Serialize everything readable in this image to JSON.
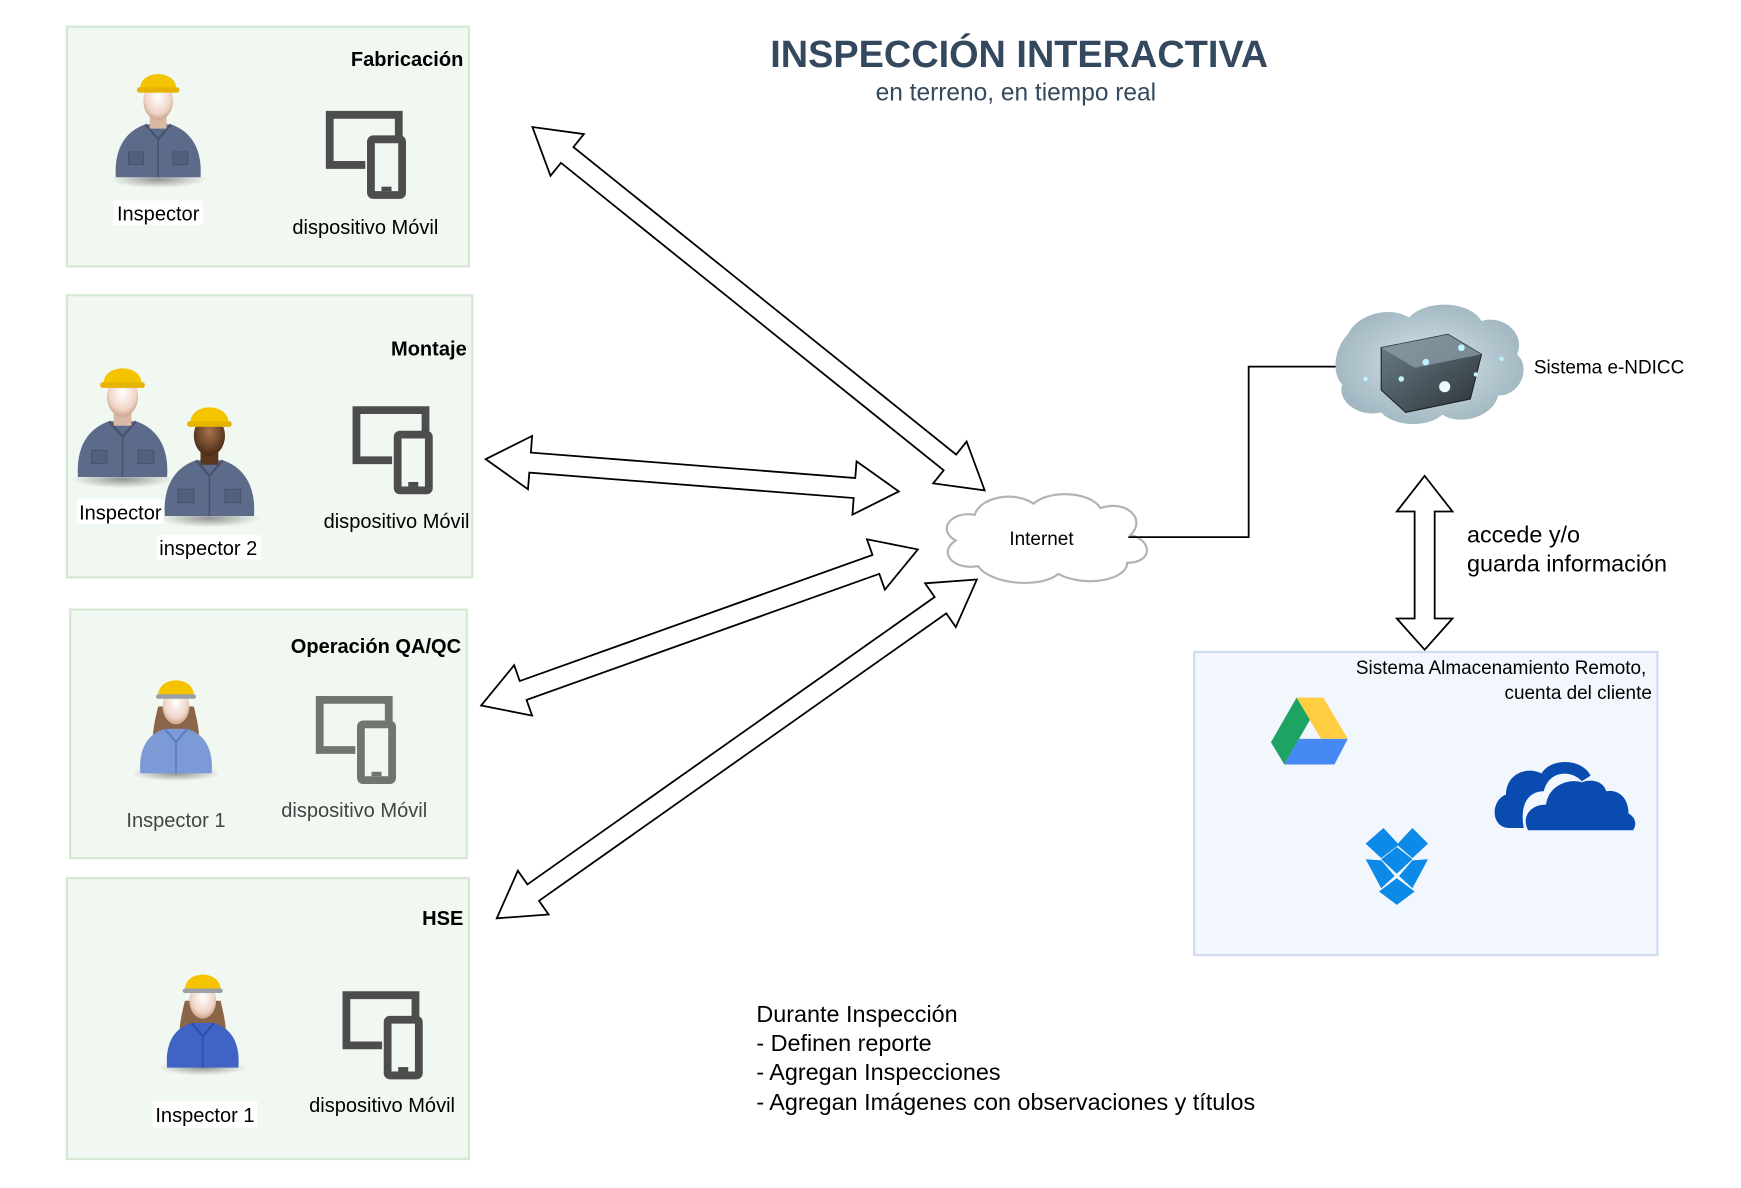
{
  "header": {
    "title": "INSPECCIÓN INTERACTIVA",
    "subtitle": "en terreno, en tiempo real"
  },
  "colors": {
    "title": "#34495e",
    "panel_fill": "#f1f8f1",
    "panel_border": "#d5e8d4",
    "storage_fill": "#f2f6fd",
    "device_dark": "#4d4d4d",
    "device_muted": "#6f766f",
    "helmet": "#f5c400",
    "shirt_male": "#5d6b8a",
    "shirt_female_qa": "#7c9bd6",
    "shirt_female_hse": "#3f64c6",
    "gdrive_green": "#1da462",
    "gdrive_yellow": "#ffcd40",
    "gdrive_blue": "#4688f4",
    "dropbox": "#0d8ae8",
    "onedrive": "#0a4bb0"
  },
  "panels": [
    {
      "title": "Fabricación",
      "people": [
        {
          "label": "Inspector",
          "icon": "male-worker"
        }
      ],
      "device_label": "dispositivo Móvil"
    },
    {
      "title": "Montaje",
      "people": [
        {
          "label": "Inspector",
          "icon": "male-worker"
        },
        {
          "label": "inspector 2",
          "icon": "male-worker-dark"
        }
      ],
      "device_label": "dispositivo Móvil"
    },
    {
      "title": "Operación QA/QC",
      "people": [
        {
          "label": "Inspector 1",
          "icon": "female-worker"
        }
      ],
      "device_label": "dispositivo Móvil"
    },
    {
      "title": "HSE",
      "people": [
        {
          "label": "Inspector 1",
          "icon": "female-worker"
        }
      ],
      "device_label": "dispositivo Móvil"
    }
  ],
  "network": {
    "internet_label": "Internet",
    "system_label": "Sistema e-NDICC",
    "link_label_line1": "accede y/o",
    "link_label_line2": "guarda información"
  },
  "storage": {
    "title_line1": "Sistema Almacenamiento Remoto,",
    "title_line2": "cuenta del cliente",
    "services": [
      "google-drive",
      "onedrive",
      "dropbox"
    ]
  },
  "notes": {
    "heading": "Durante Inspección",
    "items": [
      "- Definen reporte",
      "- Agregan Inspecciones",
      "- Agregan Imágenes con observaciones y títulos"
    ]
  }
}
